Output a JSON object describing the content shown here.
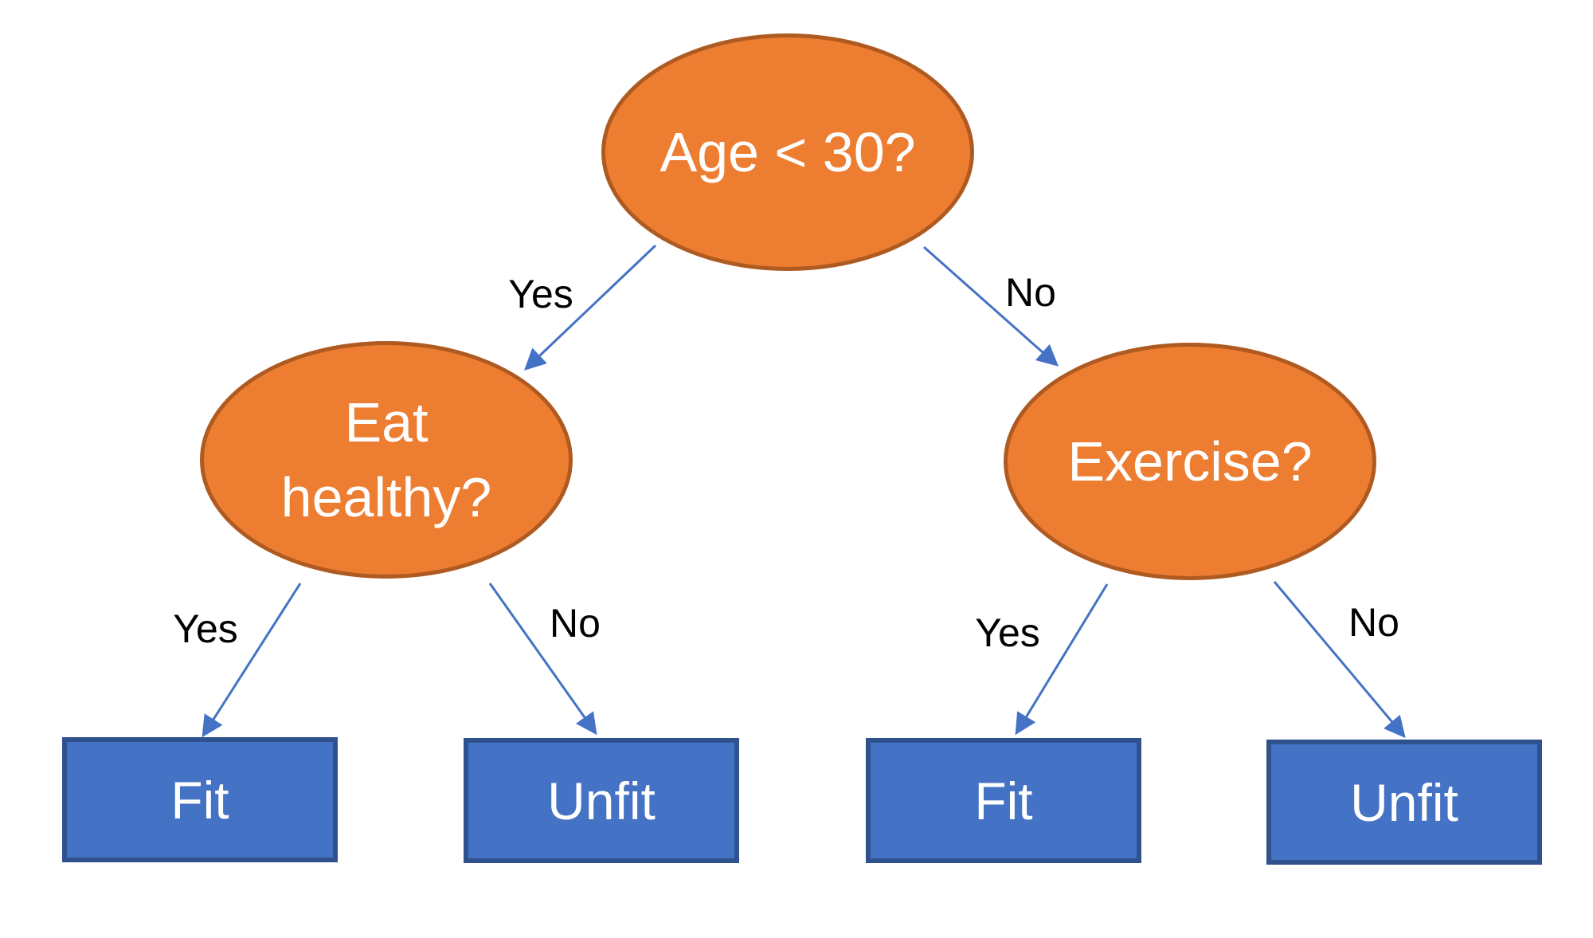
{
  "diagram_type": "decision-tree",
  "nodes": {
    "root": {
      "label": "Age < 30?"
    },
    "eat_healthy": {
      "label": "Eat healthy?"
    },
    "exercise": {
      "label": "Exercise?"
    }
  },
  "leaves": {
    "left_yes": {
      "label": "Fit"
    },
    "left_no": {
      "label": "Unfit"
    },
    "right_yes": {
      "label": "Fit"
    },
    "right_no": {
      "label": "Unfit"
    }
  },
  "edge_labels": {
    "root_yes": "Yes",
    "root_no": "No",
    "eat_yes": "Yes",
    "eat_no": "No",
    "exercise_yes": "Yes",
    "exercise_no": "No"
  },
  "colors": {
    "node_fill": "#ED7D31",
    "node_stroke": "#AE5A21",
    "leaf_fill": "#4472C4",
    "leaf_stroke": "#2F528F",
    "edge": "#4472C4",
    "node_text": "#FFFFFF",
    "edge_label_text": "#000000",
    "background": "#FFFFFF"
  }
}
